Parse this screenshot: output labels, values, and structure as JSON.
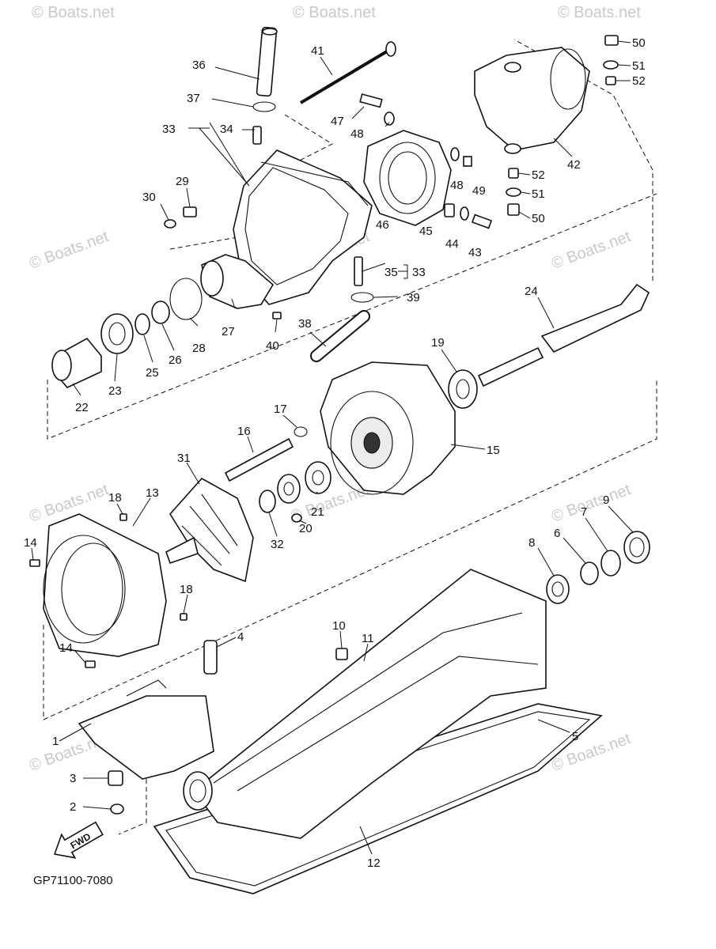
{
  "diagram": {
    "code": "GP71100-7080",
    "fwd_label": "FWD",
    "watermark": "© Boats.net",
    "part_numbers": [
      "1",
      "2",
      "3",
      "4",
      "5",
      "6",
      "7",
      "8",
      "9",
      "10",
      "11",
      "12",
      "13",
      "14",
      "14",
      "15",
      "16",
      "17",
      "18",
      "18",
      "19",
      "20",
      "21",
      "22",
      "23",
      "24",
      "25",
      "26",
      "27",
      "28",
      "29",
      "30",
      "31",
      "32",
      "33",
      "33",
      "34",
      "35",
      "36",
      "37",
      "38",
      "39",
      "40",
      "41",
      "42",
      "43",
      "44",
      "45",
      "46",
      "47",
      "48",
      "48",
      "49",
      "50",
      "50",
      "51",
      "51",
      "52",
      "52"
    ]
  }
}
